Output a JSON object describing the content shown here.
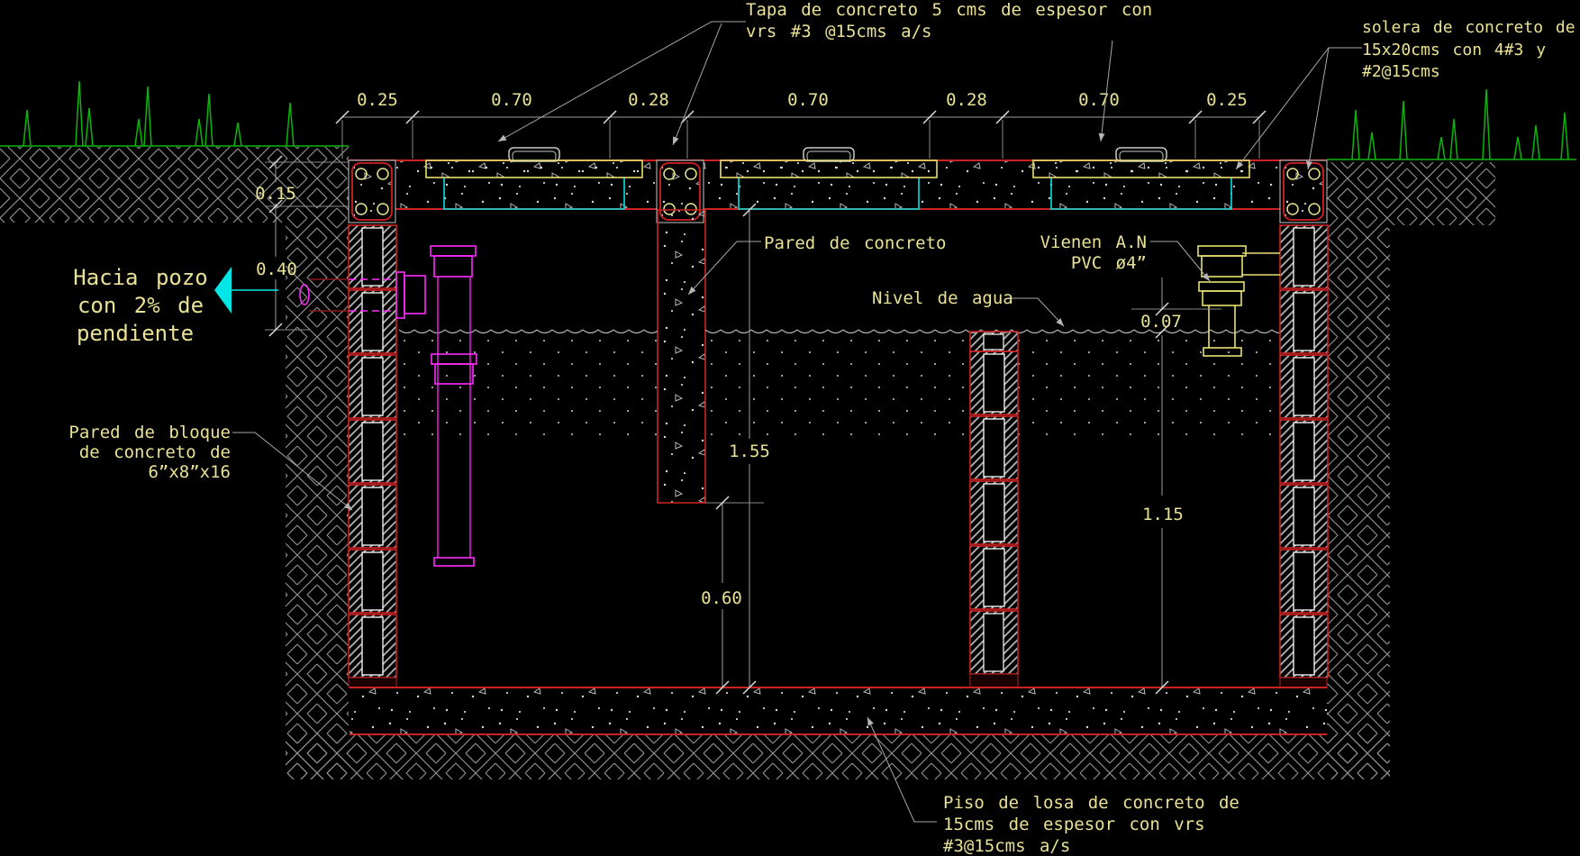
{
  "drawing": {
    "type": "CAD cross-section of septic tank (fosa séptica)",
    "background": "#000000",
    "annotations": {
      "tapa_line1": "Tapa de concreto 5 cms de espesor con",
      "tapa_line2": "vrs #3 @15cms a/s",
      "solera_line1": "solera de concreto de",
      "solera_line2": "15x20cms con 4#3 y",
      "solera_line3": "#2@15cms",
      "hacia_line1": "Hacia pozo",
      "hacia_line2": "con 2% de",
      "hacia_line3": "pendiente",
      "pared_concreto": "Pared de concreto",
      "vienen_line1": "Vienen A.N",
      "vienen_line2": "PVC ø4”",
      "nivel_agua": "Nivel de agua",
      "bloque_line1": "Pared de bloque",
      "bloque_line2": "de concreto de",
      "bloque_line3": "6”x8”x16",
      "piso_line1": "Piso de losa de concreto de",
      "piso_line2": "15cms de espesor con vrs",
      "piso_line3": "#3@15cms a/s"
    },
    "dimensions": {
      "top": [
        "0.25",
        "0.70",
        "0.28",
        "0.70",
        "0.28",
        "0.70",
        "0.25"
      ],
      "left_top": "0.15",
      "left_mid": "0.40",
      "interior_height": "1.55",
      "baffle_gap": "0.60",
      "water_depth": "1.15",
      "freeboard": "0.07"
    },
    "colors": {
      "background": "#000000",
      "annotation_text": "#e9e193",
      "dimension_lines": "#9e9e9e",
      "structure_red": "#cc2222",
      "pipe_magenta": "#ff2bff",
      "lid_and_pipe_yellow": "#e8e070",
      "cyan_accent": "#00e5e5",
      "grass_green": "#0ab50a",
      "earth_hatch_gray": "#8f8f8f",
      "water_line_gray": "#b3b3b3"
    }
  }
}
